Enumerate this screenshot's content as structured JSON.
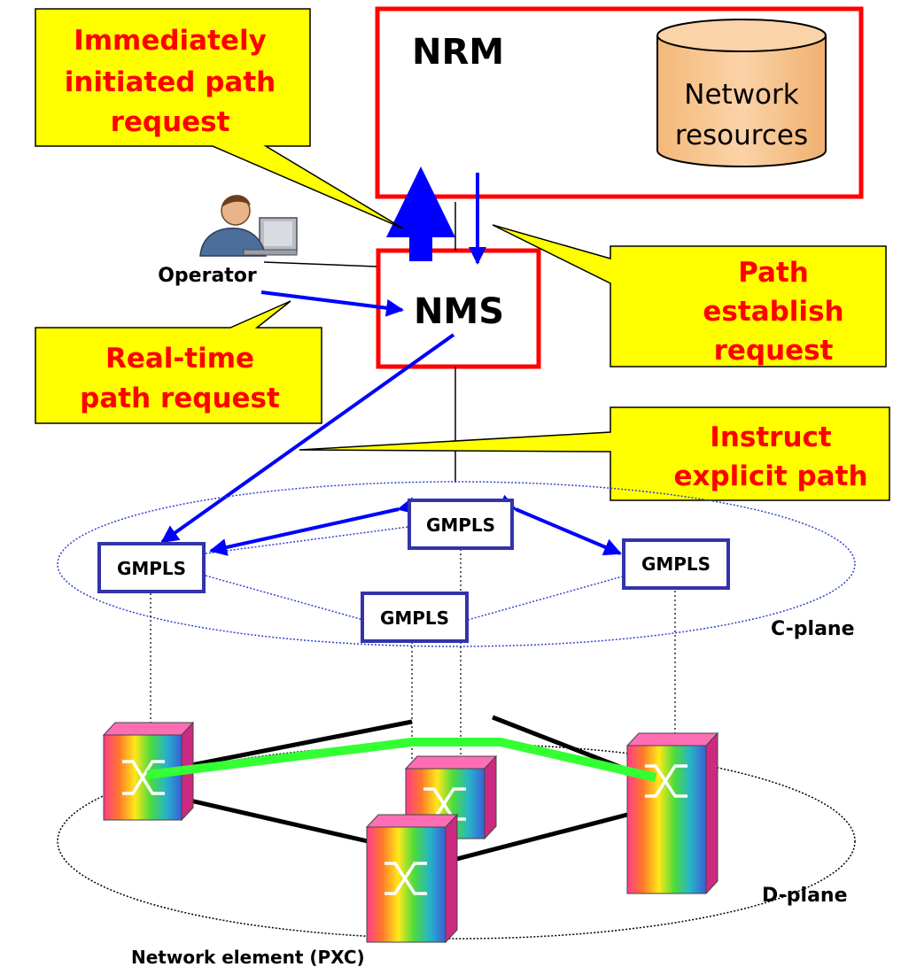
{
  "nrm": {
    "label": "NRM",
    "db_label_line1": "Network",
    "db_label_line2": "resources"
  },
  "nms": {
    "label": "NMS"
  },
  "operator": {
    "label": "Operator"
  },
  "callouts": {
    "immediate": [
      "Immediately",
      "initiated path",
      "request"
    ],
    "path_establish": [
      "Path",
      "establish",
      "request"
    ],
    "realtime": [
      "Real-time",
      "path request"
    ],
    "instruct": [
      "Instruct",
      "explicit path"
    ]
  },
  "gmpls": {
    "label": "GMPLS"
  },
  "planes": {
    "c_plane": "C-plane",
    "d_plane": "D-plane"
  },
  "network_element_label": "Network element (PXC)",
  "colors": {
    "box_border": "#ff0000",
    "callout_fill": "#ffff00",
    "callout_text": "#ff0000",
    "arrow": "#0000ff",
    "gmpls_border": "#3333aa",
    "db_fill": "#f8c890",
    "path_highlight": "#33ff33"
  }
}
